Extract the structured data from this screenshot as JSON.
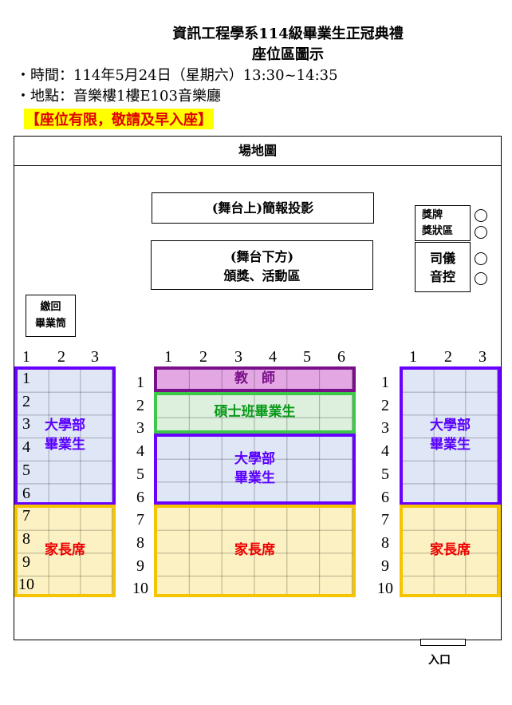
{
  "title": "資訊工程學系114級畢業生正冠典禮",
  "subtitle": "座位區圖示",
  "time": "・時間：114年5月24日（星期六）13:30~14:35",
  "location": "・地點：音樂樓1樓E103音樂廳",
  "notice": "【座位有限，敬請及早入座】",
  "venue": {
    "header": "場地圖",
    "stage_projection": "(舞台上)簡報投影",
    "below_stage_line1": "(舞台下方)",
    "below_stage_line2": "頒獎、活動區",
    "award_line1": "獎牌",
    "award_line2": "獎狀區",
    "mc_line1": "司儀",
    "mc_line2": "音控",
    "return_line1": "繳回",
    "return_line2": "畢業筒",
    "entrance": "入口"
  },
  "sections": {
    "undergrad_line1": "大學部",
    "undergrad_line2": "畢業生",
    "teacher": "教　師",
    "master": "碩士班畢業生",
    "parents": "家長席"
  },
  "side_cols": [
    "1",
    "2",
    "3"
  ],
  "center_cols": [
    "1",
    "2",
    "3",
    "4",
    "5",
    "6"
  ],
  "rows": [
    "1",
    "2",
    "3",
    "4",
    "5",
    "6",
    "7",
    "8",
    "9",
    "10"
  ],
  "colors": {
    "undergrad": "#6a00ff",
    "parents": "#f5c400",
    "teacher": "#7a0f8a",
    "master": "#3cc94a"
  }
}
